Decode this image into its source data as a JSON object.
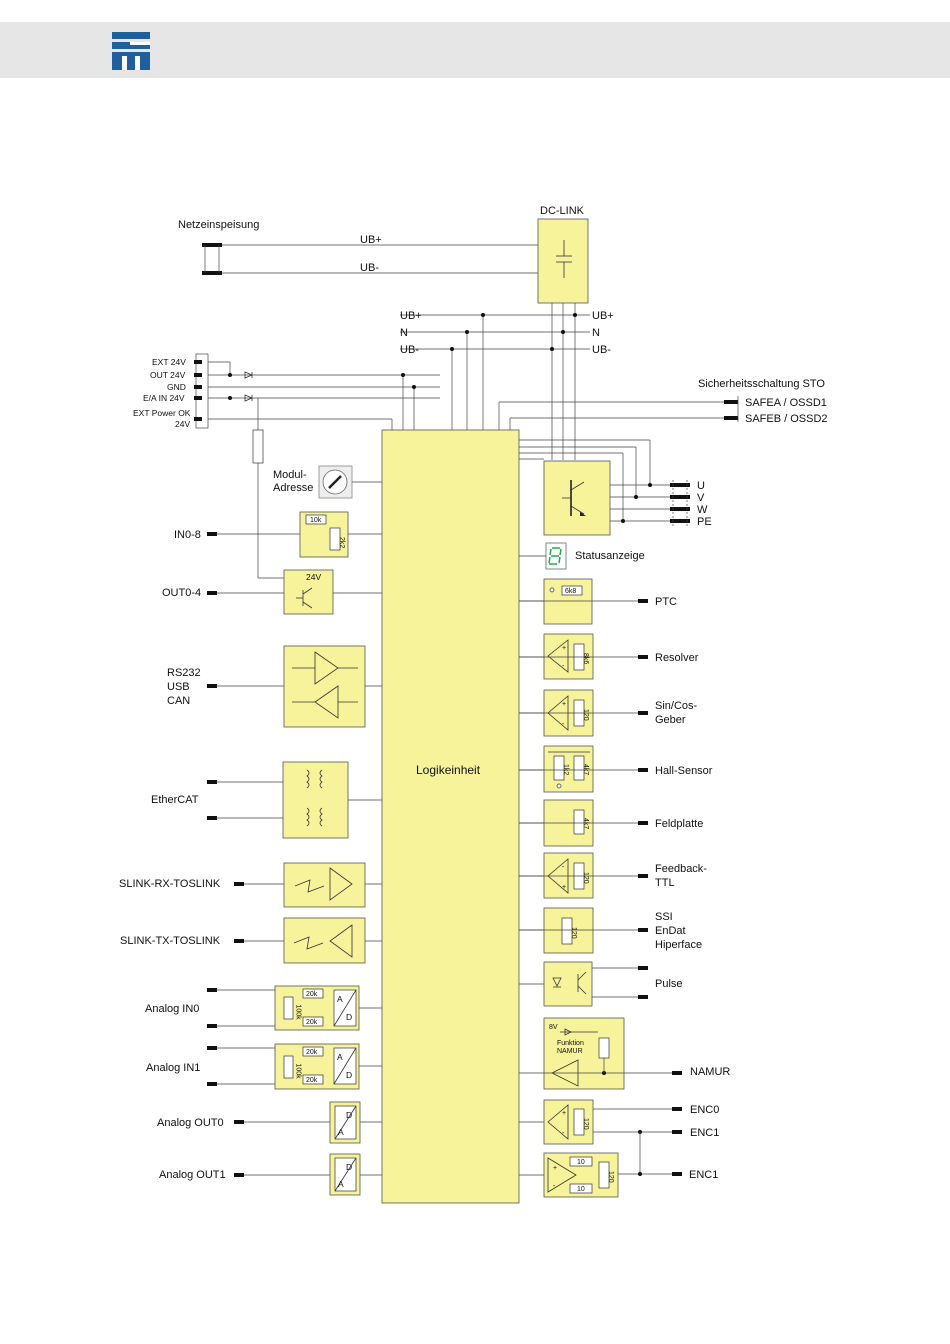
{
  "header": {
    "logo_icon": "company-logo-icon",
    "bar_color": "#e6e6e6",
    "logo_color": "#1f5f9e"
  },
  "labels": {
    "netzeinspeisung": "Netzeinspeisung",
    "dc_link": "DC-LINK",
    "ub_plus": "UB+",
    "ub_minus": "UB-",
    "n": "N",
    "sto": "Sicherheitsschaltung STO",
    "safea": "SAFEA / OSSD1",
    "safeb": "SAFEB / OSSD2",
    "ext24": "EXT 24V",
    "out24": "OUT 24V",
    "gnd": "GND",
    "ea24": "E/A IN 24V",
    "extpower": "EXT Power OK",
    "v24": "24V",
    "modul": "Modul-",
    "adresse": "Adresse",
    "in08": "IN0-8",
    "out04": "OUT0-4",
    "rs232": "RS232",
    "usb": "USB",
    "can": "CAN",
    "ethercat": "EtherCAT",
    "slink_rx": "SLINK-RX-TOSLINK",
    "slink_tx": "SLINK-TX-TOSLINK",
    "analog_in0": "Analog IN0",
    "analog_in1": "Analog IN1",
    "analog_out0": "Analog OUT0",
    "analog_out1": "Analog OUT1",
    "logik": "Logikeinheit",
    "u": "U",
    "v": "V",
    "w": "W",
    "pe": "PE",
    "status": "Statusanzeige",
    "ptc": "PTC",
    "resolver": "Resolver",
    "sincos1": "Sin/Cos-",
    "sincos2": "Geber",
    "hall": "Hall-Sensor",
    "feldplatte": "Feldplatte",
    "feedback1": "Feedback-",
    "feedback2": "TTL",
    "ssi": "SSI",
    "endat": "EnDat",
    "hiperface": "Hiperface",
    "pulse": "Pulse",
    "namur": "NAMUR",
    "enc0": "ENC0",
    "enc1": "ENC1",
    "r10k": "10k",
    "r2k2": "2k2",
    "r24v": "24V",
    "r6k8": "6k8",
    "r8k6": "8k6",
    "r120": "120",
    "r1k2": "1k2",
    "r4k7": "4k7",
    "r20k": "20k",
    "r100k": "100k",
    "r10": "10",
    "d": "D",
    "a": "A",
    "v8": "8V",
    "funktion": "Funktion",
    "namur_small": "NAMUR"
  },
  "colors": {
    "block_fill": "#f7f39a",
    "block_stroke": "#555555",
    "wire": "#444444",
    "status_green": "#22aa44"
  }
}
